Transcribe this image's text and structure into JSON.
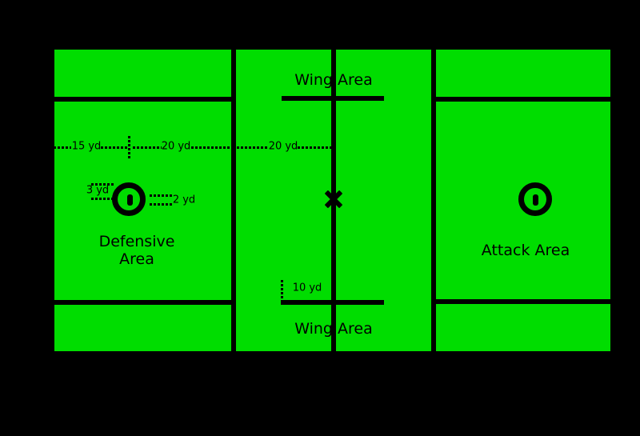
{
  "diagram": {
    "colors": {
      "background": "#000000",
      "field": "#00dd00",
      "line": "#000000",
      "text": "#000000"
    },
    "labels": {
      "wing_area_top": "Wing Area",
      "wing_area_bottom": "Wing Area",
      "defensive_area_line1": "Defensive",
      "defensive_area_line2": "Area",
      "attack_area": "Attack Area"
    },
    "measurements": {
      "endline_to_goal": "15 yd",
      "goal_to_restraining_line": "20 yd",
      "restraining_line_to_center": "20 yd",
      "crease_radius": "3 yd",
      "goal_width": "2 yd",
      "wing_line": "10 yd"
    }
  }
}
